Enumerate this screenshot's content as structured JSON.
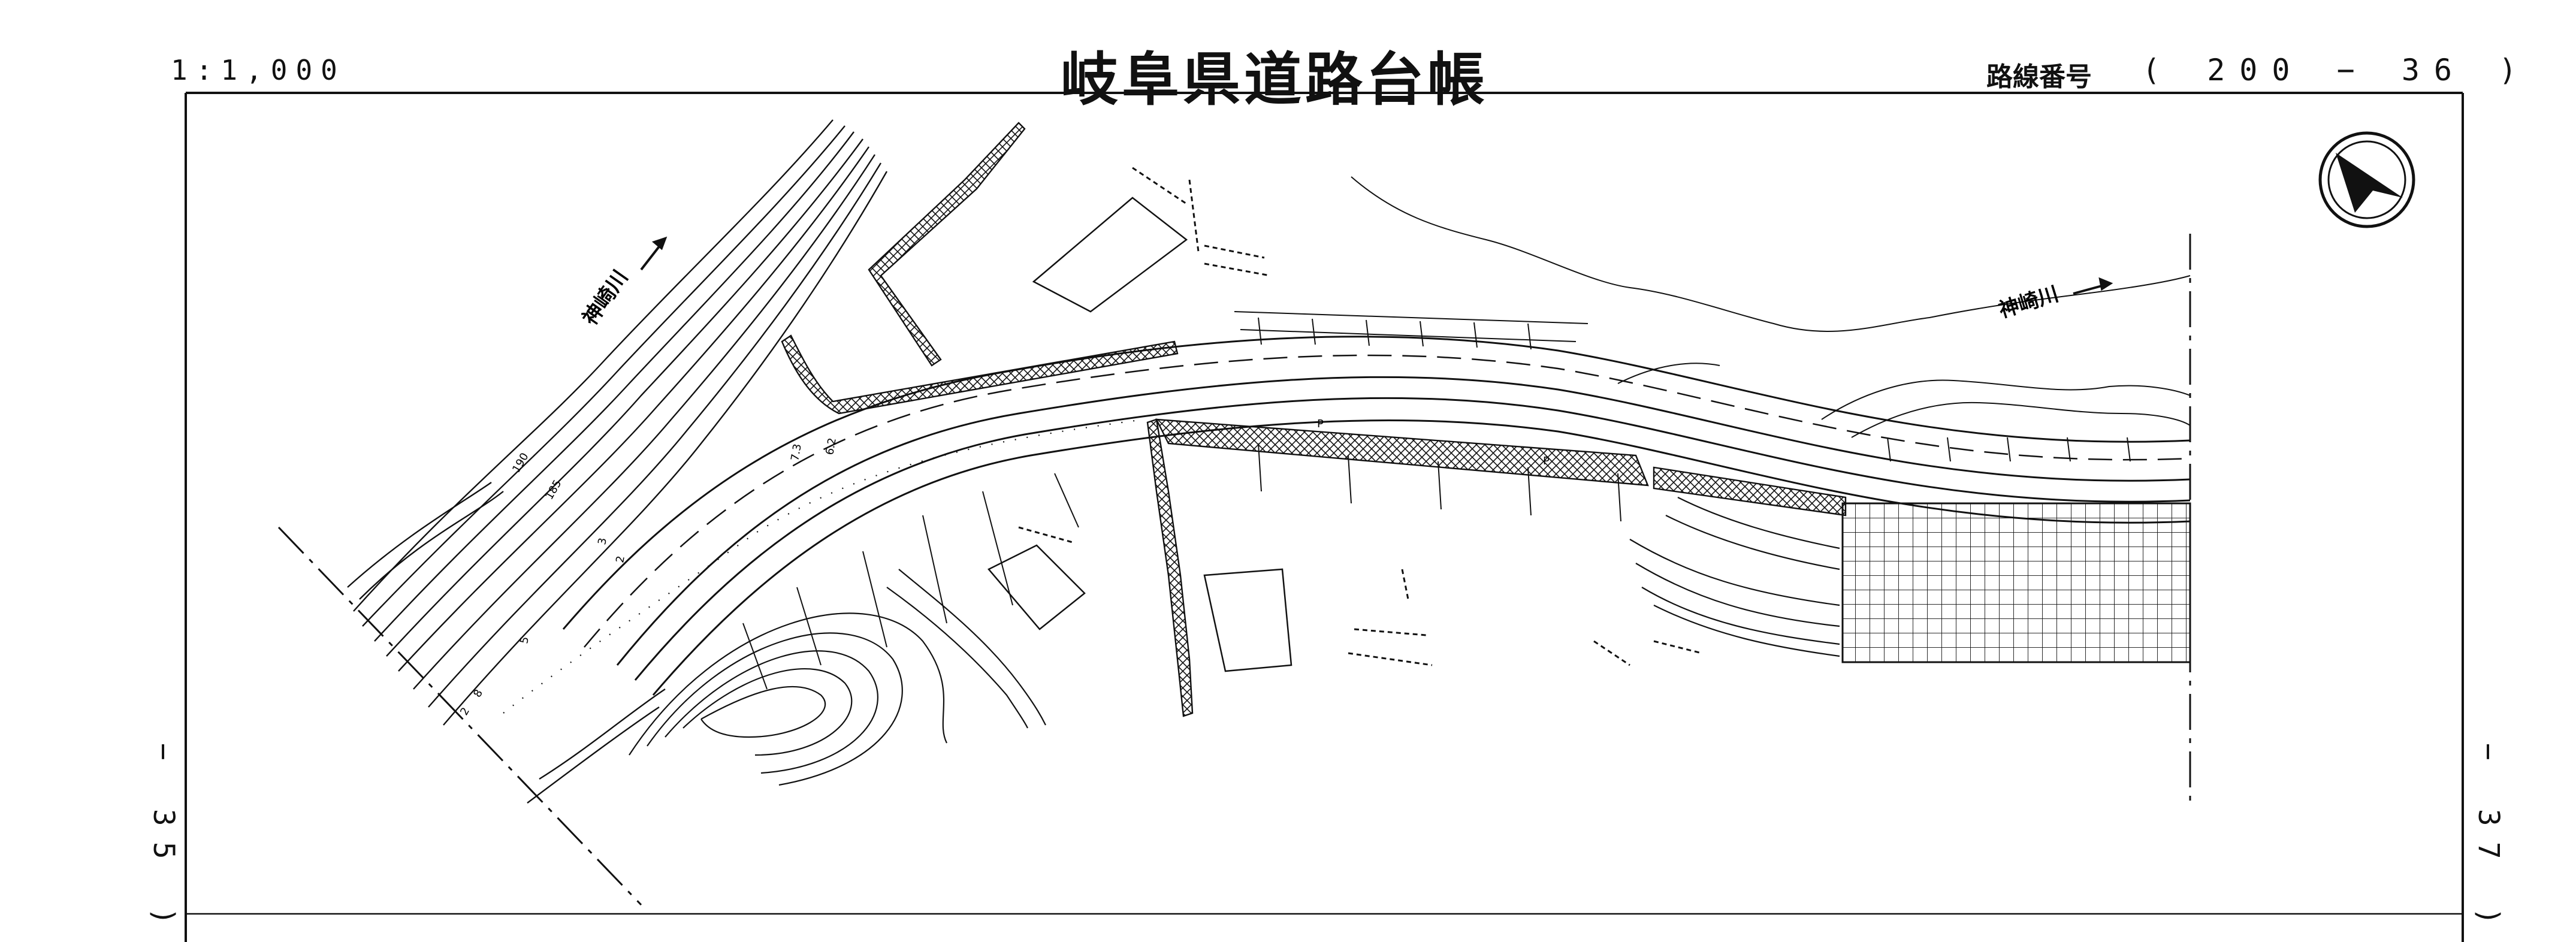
{
  "header": {
    "scale": "1:1,000",
    "title": "岐阜県道路台帳",
    "route_label": "路線番号",
    "route_number": "( 200 − 36 )"
  },
  "sheets": {
    "left": "− 35 )",
    "right": "− 37 )"
  },
  "map": {
    "river_name_left": "神崎川",
    "river_name_right": "神崎川",
    "road_width_a": "7.3",
    "road_width_b": "6.2",
    "road_width_c": "3",
    "road_width_d": "2",
    "road_width_e": "5",
    "contour_190": "190",
    "contour_185": "185",
    "contour_2": "2",
    "contour_8": "8",
    "parking_mark": "P",
    "parking_mark_2": "P",
    "north_arrow": "north-arrow-icon"
  }
}
